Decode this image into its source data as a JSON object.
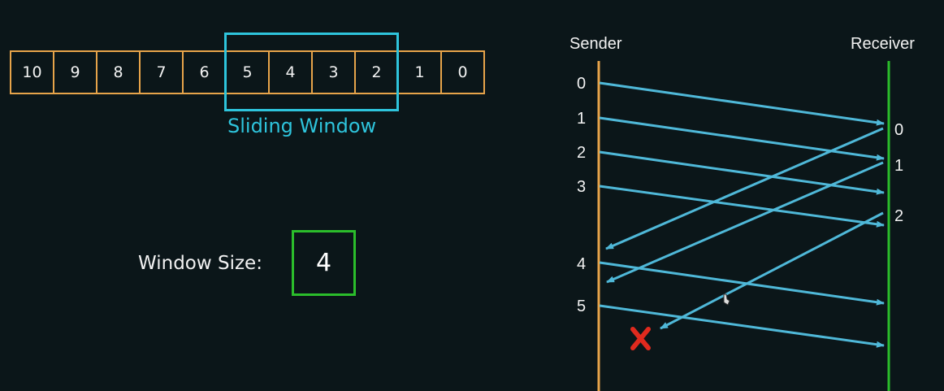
{
  "frames": [
    "10",
    "9",
    "8",
    "7",
    "6",
    "5",
    "4",
    "3",
    "2",
    "1",
    "0"
  ],
  "window_label": "Sliding Window",
  "window_size_label": "Window Size:",
  "window_size_value": "4",
  "sender_label": "Sender",
  "receiver_label": "Receiver",
  "sender_seq": [
    "0",
    "1",
    "2",
    "3",
    "4",
    "5"
  ],
  "receiver_seq": [
    "0",
    "1",
    "2"
  ],
  "colors": {
    "frame": "#e7a44a",
    "window": "#2ec4dc",
    "arrow": "#4fb8d8",
    "receiver_line": "#2bbd2b",
    "lost": "#e02a1e"
  }
}
